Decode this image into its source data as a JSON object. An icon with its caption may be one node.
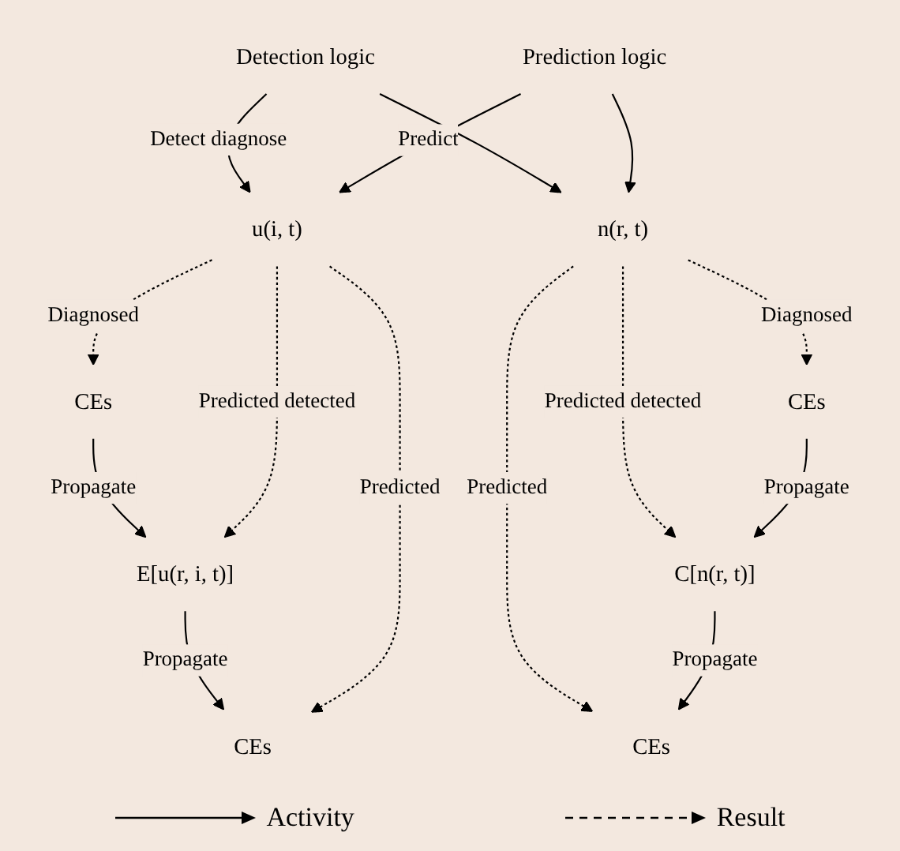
{
  "diagram": {
    "nodes": [
      {
        "text": [
          "CEs"
        ]
      },
      {
        "text": [
          "E[u(r, i, t)]"
        ]
      },
      {
        "text": [
          "CEs"
        ]
      },
      {
        "text": [
          "u(i, t)"
        ]
      },
      {
        "text": [
          "Detection logic"
        ]
      },
      {
        "text": [
          "Prediction logic"
        ]
      },
      {
        "text": [
          "n(r, t)"
        ]
      },
      {
        "text": [
          "CEs"
        ]
      },
      {
        "text": [
          "C[n(r, t)]"
        ]
      },
      {
        "text": [
          "CEs"
        ]
      }
    ],
    "edges": [
      {
        "from": 0,
        "to": 1,
        "arrow": "to",
        "label": "Propagate"
      },
      {
        "from": 1,
        "to": 2,
        "arrow": "to",
        "label": "Propagate"
      },
      {
        "from": 4,
        "to": 3,
        "arrow": "to",
        "label": "Detect diagnose"
      },
      {
        "from": 4,
        "to": 6,
        "arrow": "to"
      },
      {
        "from": 5,
        "to": 3,
        "arrow": "to",
        "label": "Predict"
      },
      {
        "from": 5,
        "to": 6,
        "arrow": "to"
      },
      {
        "from": 3,
        "to": 1,
        "arrow": "to",
        "style": "dashed",
        "label": "Predicted detected"
      },
      {
        "from": 3,
        "to": 0,
        "arrow": "to",
        "style": "dashed",
        "label": "Diagnosed"
      },
      {
        "from": 3,
        "to": 2,
        "arrow": "to",
        "style": "dashed",
        "label": "Predicted"
      },
      {
        "from": 6,
        "to": 7,
        "arrow": "to",
        "style": "dashed",
        "label": "Diagnosed"
      },
      {
        "from": 6,
        "to": 8,
        "arrow": "to",
        "style": "dashed",
        "label": "Predicted detected"
      },
      {
        "from": 6,
        "to": 9,
        "arrow": "to",
        "style": "dashed",
        "label": "Predicted"
      },
      {
        "from": 7,
        "to": 8,
        "arrow": "to",
        "label": "Propagate"
      },
      {
        "from": 8,
        "to": 9,
        "arrow": "to",
        "label": "Propagate"
      }
    ],
    "legend": [
      {
        "text": "Activity"
      },
      {
        "text": "Result"
      }
    ]
  }
}
